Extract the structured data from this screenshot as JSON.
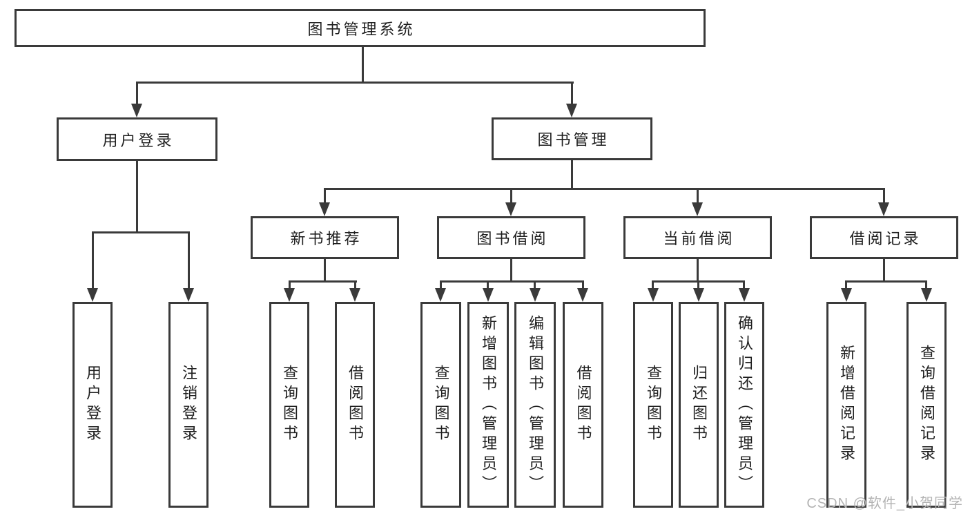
{
  "diagram": {
    "root": {
      "label": "图书管理系统"
    },
    "level2": [
      {
        "id": "user-login",
        "label": "用户登录"
      },
      {
        "id": "book-management",
        "label": "图书管理"
      }
    ],
    "level3": [
      {
        "id": "new-book-recommend",
        "label": "新书推荐"
      },
      {
        "id": "book-borrowing",
        "label": "图书借阅"
      },
      {
        "id": "current-borrowing",
        "label": "当前借阅"
      },
      {
        "id": "borrowing-records",
        "label": "借阅记录"
      }
    ],
    "leaves": {
      "user_login": [
        {
          "label": "用户登录"
        },
        {
          "label": "注销登录"
        }
      ],
      "new_book": [
        {
          "label": "查询图书"
        },
        {
          "label": "借阅图书"
        }
      ],
      "book_borrow": [
        {
          "label": "查询图书"
        },
        {
          "label": "新增图书（管理员）"
        },
        {
          "label": "编辑图书（管理员）"
        },
        {
          "label": "借阅图书"
        }
      ],
      "current_borrow": [
        {
          "label": "查询图书"
        },
        {
          "label": "归还图书"
        },
        {
          "label": "确认归还（管理员）"
        }
      ],
      "records": [
        {
          "label": "新增借阅记录"
        },
        {
          "label": "查询借阅记录"
        }
      ]
    },
    "watermark": "CSDN @软件_小贺同学",
    "colors": {
      "line": "#3a3a3a",
      "text": "#1f1f1f",
      "watermark": "#b4b4b4",
      "background": "#ffffff"
    }
  }
}
